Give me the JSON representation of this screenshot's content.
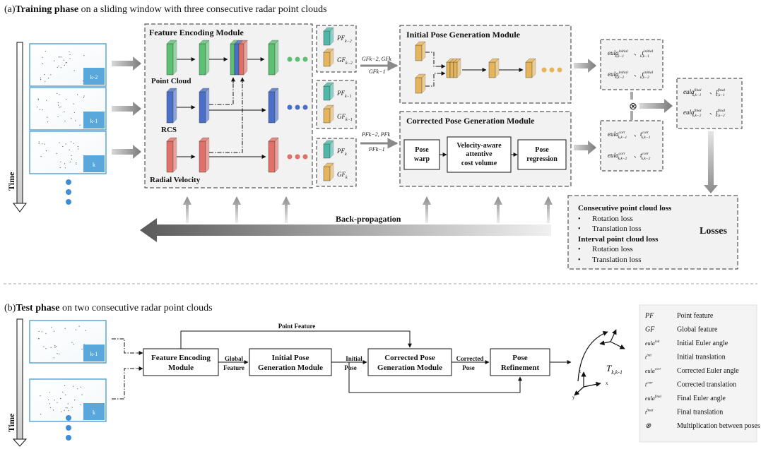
{
  "part_a": {
    "prefix": "(a)",
    "title_bold": "Training phase",
    "title_rest": " on a sliding window with three consecutive radar point clouds",
    "time_label": "Time",
    "frames": [
      "k-2",
      "k-1",
      "k"
    ],
    "feature_module": {
      "title": "Feature Encoding Module",
      "row_labels": [
        "Point Cloud",
        "RCS",
        "Radial Velocity"
      ]
    },
    "features": [
      {
        "pf": "PF",
        "pf_sub": "k−2",
        "gf": "GF",
        "gf_sub": "k−2"
      },
      {
        "pf": "PF",
        "pf_sub": "k−1",
        "gf": "GF",
        "gf_sub": "k−1"
      },
      {
        "pf": "PF",
        "pf_sub": "k",
        "gf": "GF",
        "gf_sub": "k"
      }
    ],
    "gf_pairs": [
      "GFk−2, GFk",
      "GFk−1"
    ],
    "pf_pairs": [
      "PFk−2, PFk",
      "PFk−1"
    ],
    "initial_module": {
      "title": "Initial Pose Generation Module"
    },
    "corrected_module": {
      "title": "Corrected Pose Generation Module",
      "blocks": [
        [
          "Pose",
          "warp"
        ],
        [
          "Velocity-aware",
          "attentive",
          "cost volume"
        ],
        [
          "Pose",
          "regression"
        ]
      ]
    },
    "initial_outputs": [
      "eula",
      "initial",
      "k,k−1",
      "t",
      "initial",
      "k,k−1",
      "eula",
      "initial",
      "k,k−2",
      "t",
      "initial",
      "k,k−2"
    ],
    "output_sep": "、",
    "mult_symbol": "⊗",
    "backprop": "Back-propagation",
    "losses": {
      "title": "Losses",
      "consecutive": "Consecutive point cloud loss",
      "interval": "Interval point cloud loss",
      "rotation": "Rotation loss",
      "translation": "Translation loss",
      "bullet": "•"
    }
  },
  "part_b": {
    "prefix": "(b)",
    "title_bold": "Test phase",
    "title_rest": " on two consecutive radar point clouds",
    "time_label": "Time",
    "frames": [
      "k-1",
      "k"
    ],
    "blocks": {
      "fem": [
        "Feature Encoding",
        "Module"
      ],
      "ipg": [
        "Initial Pose",
        "Generation Module"
      ],
      "cpg": [
        "Corrected Pose",
        "Generation Module"
      ],
      "ref": [
        "Pose",
        "Refinement"
      ]
    },
    "edge_labels": {
      "point_feature": "Point Feature",
      "global": [
        "Global",
        "Feature"
      ],
      "initial": [
        "Initial",
        "Pose"
      ],
      "corrected": [
        "Corrected",
        "Pose"
      ]
    },
    "transform": "T",
    "transform_sub": "k,k-1",
    "axes": [
      "x",
      "y",
      "z"
    ],
    "legend": [
      {
        "sym": "PF",
        "sup": "",
        "text": "Point feature"
      },
      {
        "sym": "GF",
        "sup": "",
        "text": "Global feature"
      },
      {
        "sym": "eula",
        "sup": "init",
        "text": "Initial Euler angle"
      },
      {
        "sym": "t",
        "sup": "init",
        "text": "Initial translation"
      },
      {
        "sym": "eula",
        "sup": "corr",
        "text": "Corrected Euler angle"
      },
      {
        "sym": "t",
        "sup": "corr",
        "text": "Corrected translation"
      },
      {
        "sym": "eula",
        "sup": "final",
        "text": "Final Euler angle"
      },
      {
        "sym": "t",
        "sup": "final",
        "text": "Final translation"
      },
      {
        "sym": "⊗",
        "sup": "",
        "text": "Multiplication between poses"
      }
    ]
  },
  "colors": {
    "green": "#5cbf72",
    "blue": "#4a6fc9",
    "red": "#e07068",
    "teal": "#4fb8a8",
    "gold": "#e6b45a",
    "frame": "#5aa7dc"
  }
}
